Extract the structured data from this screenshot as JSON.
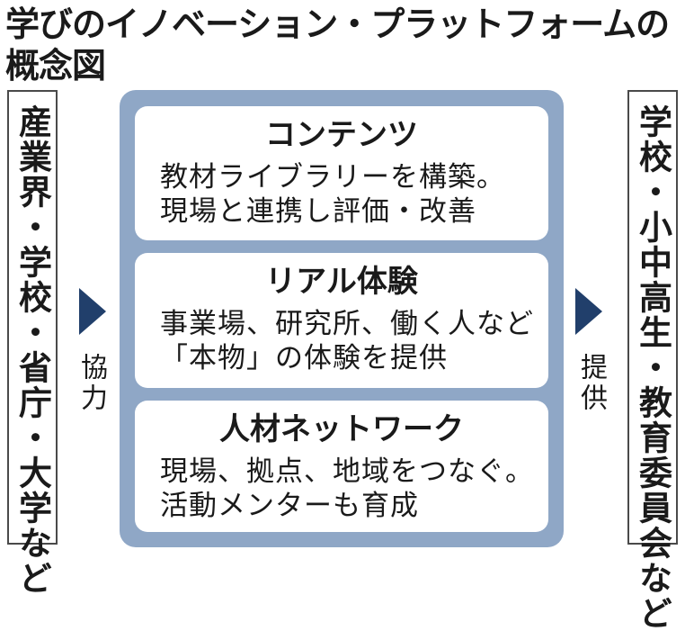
{
  "title": "学びのイノベーション・プラットフォームの概念図",
  "left_box": {
    "text": "産業界・学校・省庁・大学など"
  },
  "left_arrow": {
    "label": "協力"
  },
  "platform": {
    "cards": [
      {
        "title": "コンテンツ",
        "lines": [
          "教材ライブラリーを構築。",
          "現場と連携し評価・改善"
        ]
      },
      {
        "title": "リアル体験",
        "lines": [
          "事業場、研究所、働く人など",
          "「本物」の体験を提供"
        ]
      },
      {
        "title": "人材ネットワーク",
        "lines": [
          "現場、拠点、地域をつなぐ。",
          "活動メンターも育成"
        ]
      }
    ]
  },
  "right_arrow": {
    "label": "提供"
  },
  "right_box": {
    "text": "学校・小中高生・教育委員会など"
  },
  "colors": {
    "arrow": "#213f6b",
    "platform_background": "#8fa7c6",
    "box_border": "#4a4a4a"
  }
}
